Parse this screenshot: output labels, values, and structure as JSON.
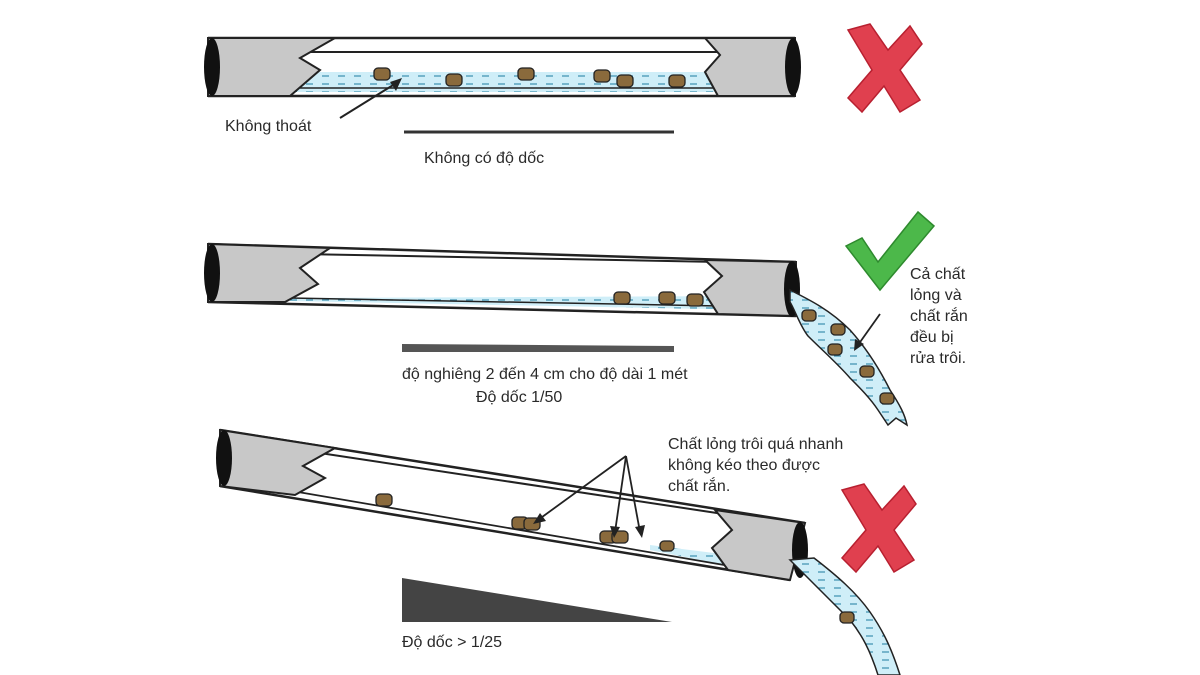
{
  "panels": [
    {
      "id": "no-slope",
      "verdict": "wrong",
      "callout": "Không thoát",
      "slope_caption": "Không có độ dốc"
    },
    {
      "id": "correct-slope",
      "verdict": "correct",
      "slope_caption": "độ nghiêng 2 đến 4 cm cho độ dài 1 mét",
      "slope_ratio": "Độ dốc 1/50",
      "outflow_note": [
        "Cả chất",
        "lỏng và",
        "chất rắn",
        "đều bị",
        "rửa trôi."
      ]
    },
    {
      "id": "too-steep",
      "verdict": "wrong",
      "callout": [
        "Chất lỏng trôi quá nhanh",
        "không kéo theo được",
        "chất rắn."
      ],
      "slope_ratio": "Độ dốc > 1/25"
    }
  ],
  "colors": {
    "wrong_mark": "#e0404f",
    "correct_mark": "#4cb84a",
    "water": "#cfeef8",
    "water_dash": "#3a8fb0",
    "pipe": "#c8c8c8",
    "solid": "#8a6a3c",
    "slope_bar": "#555555"
  }
}
